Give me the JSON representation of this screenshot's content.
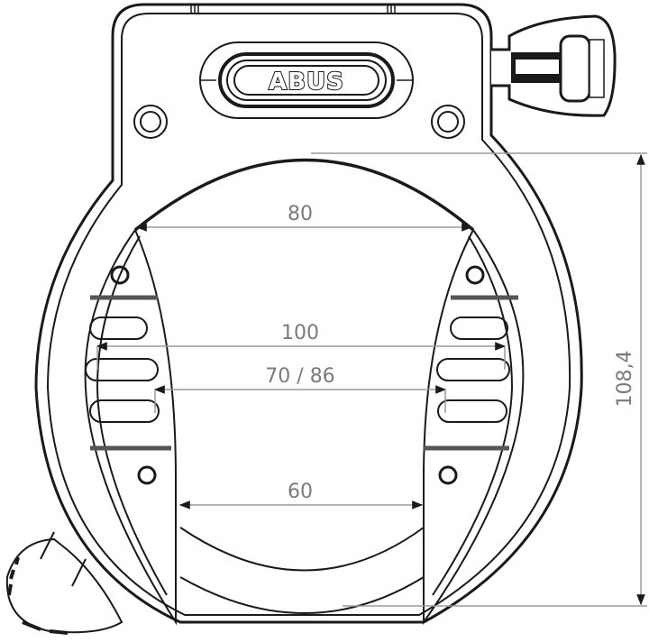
{
  "diagram": {
    "subject": "frame lock",
    "brand_logo": "ABUS",
    "colors": {
      "outline": "#1a1a1a",
      "dimension_line": "#9a9a9a",
      "dimension_text": "#7a7a7a",
      "background": "#ffffff"
    },
    "dimensions": {
      "top_width": "80",
      "outer_mount": "100",
      "inner_mount": "70 / 86",
      "bottom_width": "60",
      "height": "108,4"
    },
    "parts": [
      "lock-body",
      "brand-plate",
      "key",
      "shackle",
      "mounting-brackets",
      "release-lever"
    ]
  }
}
